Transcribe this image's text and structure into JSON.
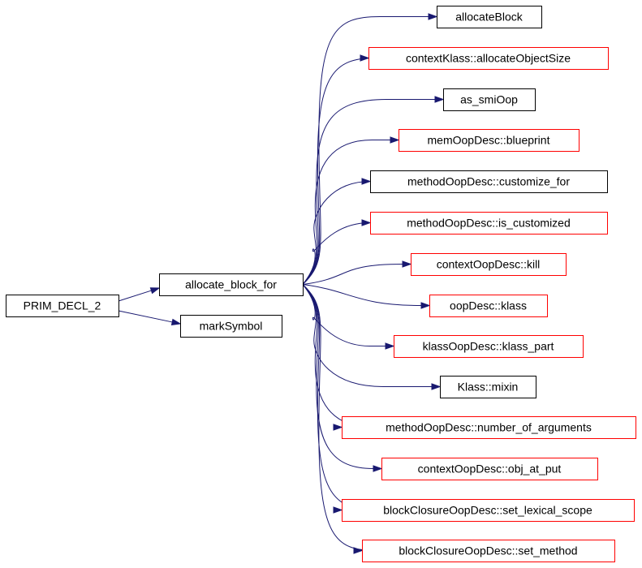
{
  "colors": {
    "edge": "#191970",
    "root_fill": "#bfbfbf",
    "border_default": "#000000",
    "border_truncated": "#ff0000"
  },
  "root": {
    "id": "prim",
    "label": "PRIM_DECL_2"
  },
  "intermediates": [
    {
      "id": "abf",
      "label": "allocate_block_for"
    },
    {
      "id": "ms",
      "label": "markSymbol"
    }
  ],
  "callees": [
    {
      "id": "c0",
      "label": "allocateBlock",
      "truncated": false
    },
    {
      "id": "c1",
      "label": "contextKlass::allocateObjectSize",
      "truncated": true
    },
    {
      "id": "c2",
      "label": "as_smiOop",
      "truncated": false
    },
    {
      "id": "c3",
      "label": "memOopDesc::blueprint",
      "truncated": true
    },
    {
      "id": "c4",
      "label": "methodOopDesc::customize_for",
      "truncated": false
    },
    {
      "id": "c5",
      "label": "methodOopDesc::is_customized",
      "truncated": true
    },
    {
      "id": "c6",
      "label": "contextOopDesc::kill",
      "truncated": true
    },
    {
      "id": "c7",
      "label": "oopDesc::klass",
      "truncated": true
    },
    {
      "id": "c8",
      "label": "klassOopDesc::klass_part",
      "truncated": true
    },
    {
      "id": "c9",
      "label": "Klass::mixin",
      "truncated": false
    },
    {
      "id": "c10",
      "label": "methodOopDesc::number_of_arguments",
      "truncated": true
    },
    {
      "id": "c11",
      "label": "contextOopDesc::obj_at_put",
      "truncated": true
    },
    {
      "id": "c12",
      "label": "blockClosureOopDesc::set_lexical_scope",
      "truncated": true
    },
    {
      "id": "c13",
      "label": "blockClosureOopDesc::set_method",
      "truncated": true
    }
  ]
}
